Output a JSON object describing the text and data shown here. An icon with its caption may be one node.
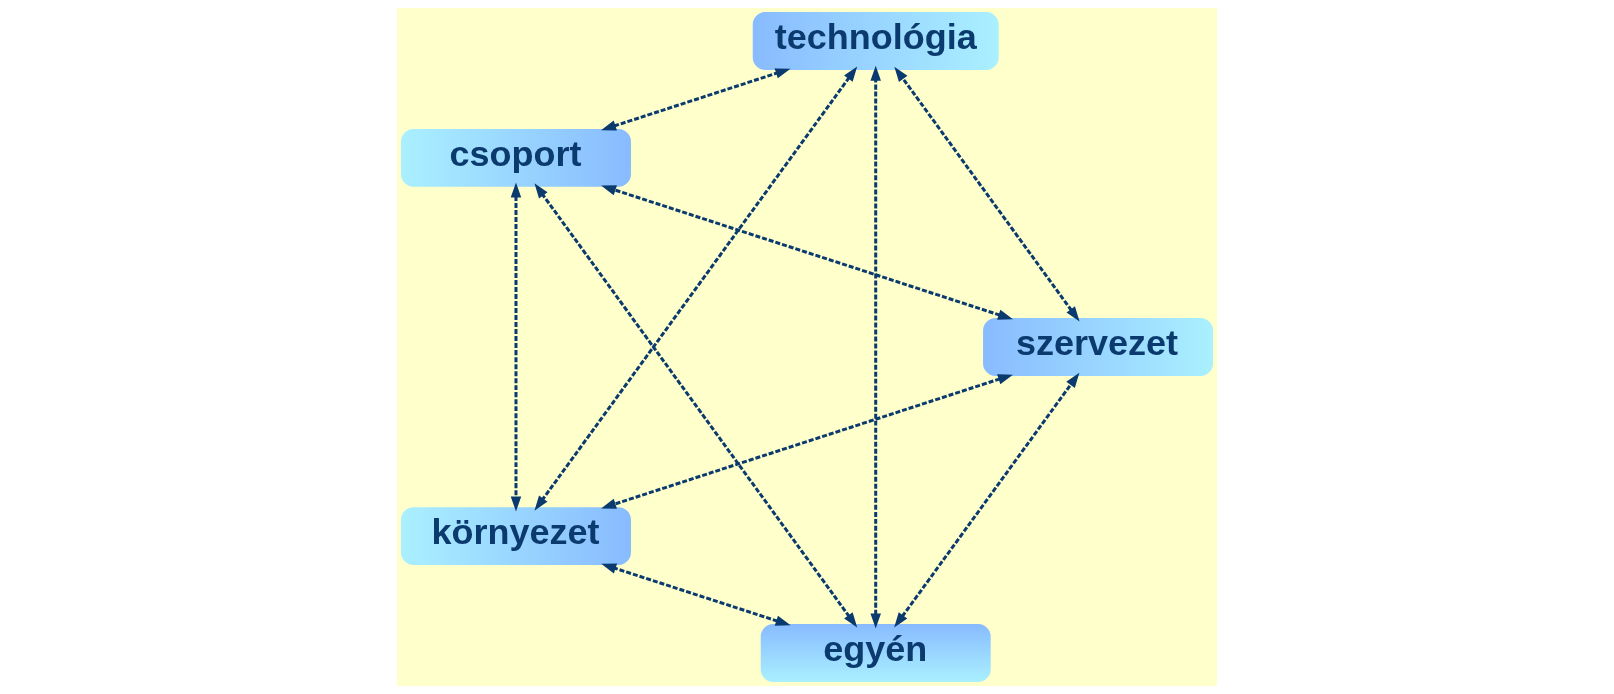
{
  "diagram": {
    "nodes": [
      {
        "text": [
          "egyén"
        ]
      },
      {
        "text": [
          "szervezet"
        ]
      },
      {
        "text": [
          "csoport"
        ]
      },
      {
        "text": [
          "technológia"
        ]
      },
      {
        "text": [
          "környezet"
        ]
      }
    ],
    "edges": [
      {
        "from": 0,
        "to": 1,
        "arrow": "both",
        "style": "dashed"
      },
      {
        "from": 0,
        "to": 2,
        "arrow": "both",
        "style": "dashed"
      },
      {
        "from": 0,
        "to": 3,
        "arrow": "both",
        "style": "dashed"
      },
      {
        "from": 0,
        "to": 4,
        "arrow": "both",
        "style": "dashed"
      },
      {
        "from": 1,
        "to": 2,
        "arrow": "both",
        "style": "dashed"
      },
      {
        "from": 1,
        "to": 3,
        "arrow": "both",
        "style": "dashed"
      },
      {
        "from": 1,
        "to": 4,
        "arrow": "both",
        "style": "dashed"
      },
      {
        "from": 2,
        "to": 3,
        "arrow": "both",
        "style": "dashed"
      },
      {
        "from": 2,
        "to": 4,
        "arrow": "both",
        "style": "dashed"
      },
      {
        "from": 3,
        "to": 4,
        "arrow": "both",
        "style": "dashed"
      }
    ]
  }
}
